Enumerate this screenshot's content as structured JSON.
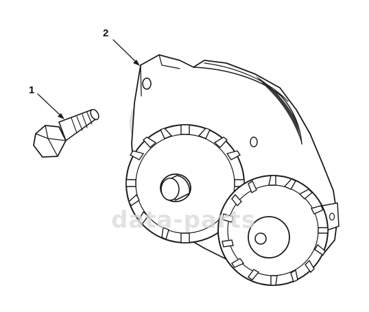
{
  "callouts": {
    "bolt_number": "1",
    "oil_pump_number": "2"
  },
  "watermark": {
    "text": "data-parts"
  },
  "colors": {
    "ink": "#1a1a1a",
    "watermark": "#d9d9d9",
    "background": "#ffffff"
  }
}
